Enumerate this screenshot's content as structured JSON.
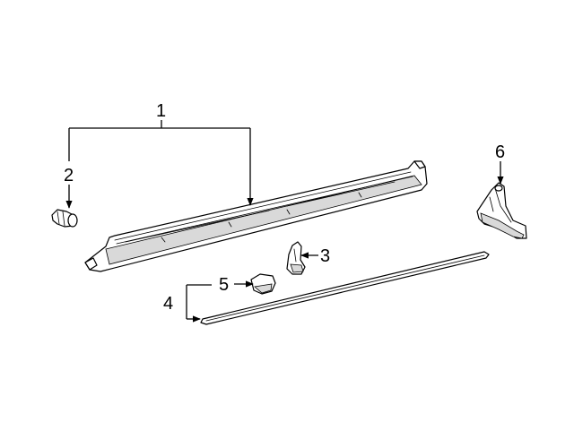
{
  "callouts": {
    "c1": "1",
    "c2": "2",
    "c3": "3",
    "c4": "4",
    "c5": "5",
    "c6": "6"
  },
  "colors": {
    "ink": "#000000",
    "background": "#ffffff",
    "shade": "#d9d9d9"
  }
}
